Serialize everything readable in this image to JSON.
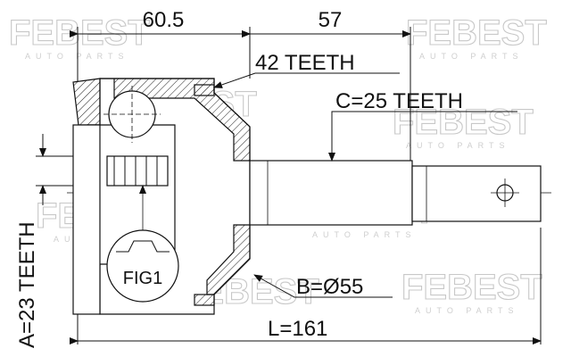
{
  "watermark": {
    "brand": "FEBEST",
    "tagline": "AUTO PARTS"
  },
  "dimensions": {
    "housing_length": "60.5",
    "shaft_length": "57",
    "total_length": "L=161",
    "outer_diameter": "B=Ø55"
  },
  "callouts": {
    "abs_ring": "42 TEETH",
    "outer_spline": "C=25 TEETH",
    "inner_spline": "A=23 TEETH",
    "figure_ref": "FIG1"
  }
}
